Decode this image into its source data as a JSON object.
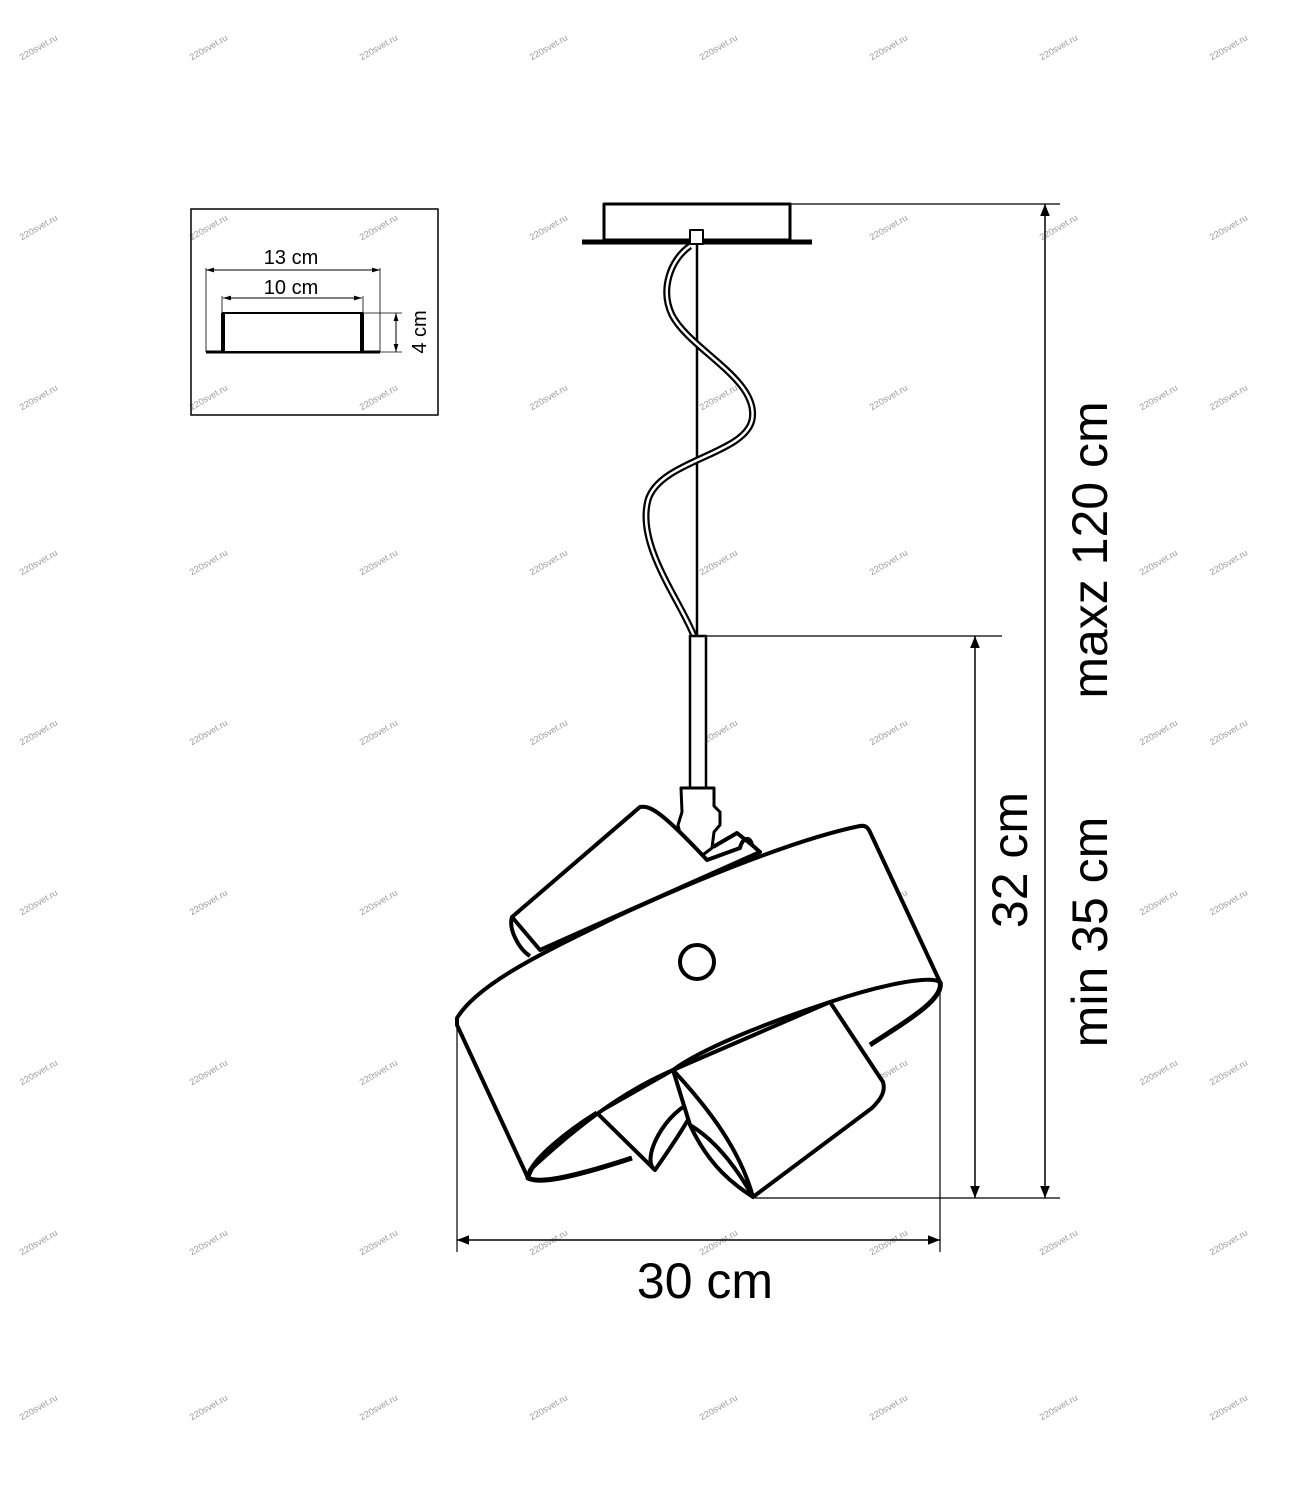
{
  "watermark": "220svet.ru",
  "inset": {
    "outer_width_label": "13 cm",
    "inner_width_label": "10 cm",
    "height_label": "4 cm"
  },
  "dimensions": {
    "width_label": "30 cm",
    "shade_height_label": "32 cm",
    "min_height_label": "min 35 cm",
    "max_height_label": "maxz 120 cm"
  },
  "colors": {
    "line": "#000000",
    "watermark": "#9a9a9a"
  }
}
